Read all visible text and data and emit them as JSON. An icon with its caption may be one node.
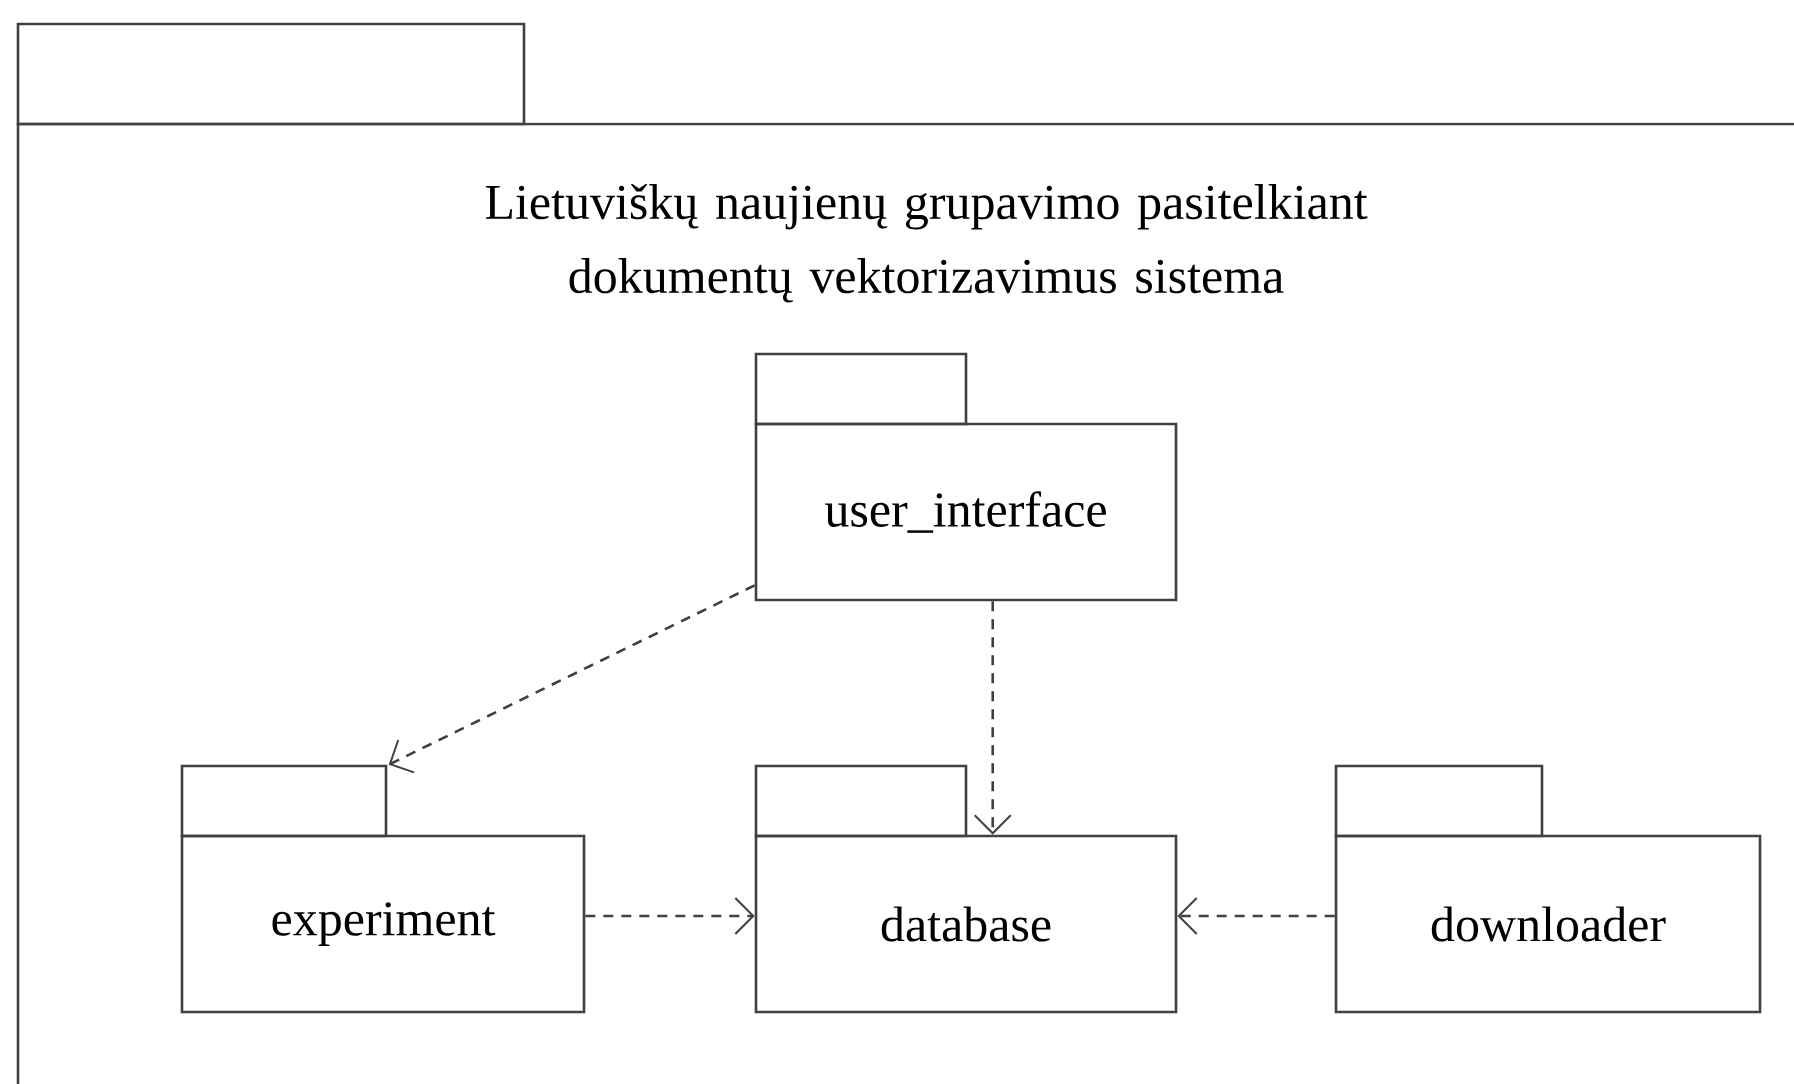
{
  "diagram": {
    "nodes": [
      {
        "text": [
          "Lietuviškų naujienų grupavimo pasitelkiant dokumentų vektorizavimus sistema"
        ]
      },
      {
        "text": [
          "user_interface"
        ],
        "in": 0
      },
      {
        "text": [
          "experiment"
        ],
        "in": 0
      },
      {
        "text": [
          "database"
        ],
        "in": 0
      },
      {
        "text": [
          "downloader"
        ],
        "in": 0
      }
    ],
    "edges": [
      {
        "from": 1,
        "to": 2,
        "arrow": "to",
        "style": "dashed"
      },
      {
        "from": 1,
        "to": 3,
        "arrow": "to",
        "style": "dashed"
      },
      {
        "from": 2,
        "to": 3,
        "arrow": "to",
        "style": "dashed"
      },
      {
        "from": 4,
        "to": 3,
        "arrow": "to",
        "style": "dashed"
      }
    ]
  }
}
